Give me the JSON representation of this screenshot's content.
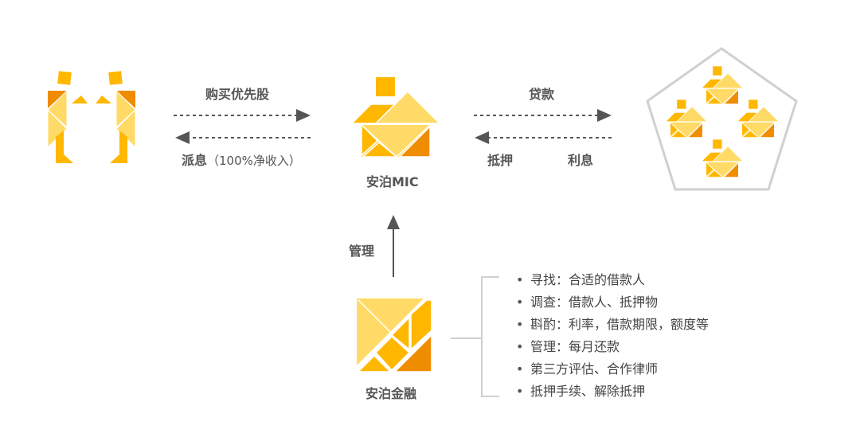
{
  "investors": {
    "buy_label": "购买优先股",
    "dividend_label": "派息",
    "dividend_note": "（100%净收入）"
  },
  "mic": {
    "name": "安泊MIC"
  },
  "borrowers": {
    "loan_label": "贷款",
    "collateral_label": "抵押",
    "interest_label": "利息"
  },
  "manager": {
    "name": "安泊金融",
    "manage_label": "管理"
  },
  "duties": [
    "寻找：合适的借款人",
    "调查：借款人、抵押物",
    "斟酌：利率，借款期限，额度等",
    "管理：每月还款",
    "第三方评估、合作律师",
    "抵押手续、解除抵押"
  ],
  "colors": {
    "light": "#FFDA66",
    "mid": "#FFB700",
    "dark": "#F08C00",
    "line": "#555555",
    "frame": "#D0D0D0"
  }
}
